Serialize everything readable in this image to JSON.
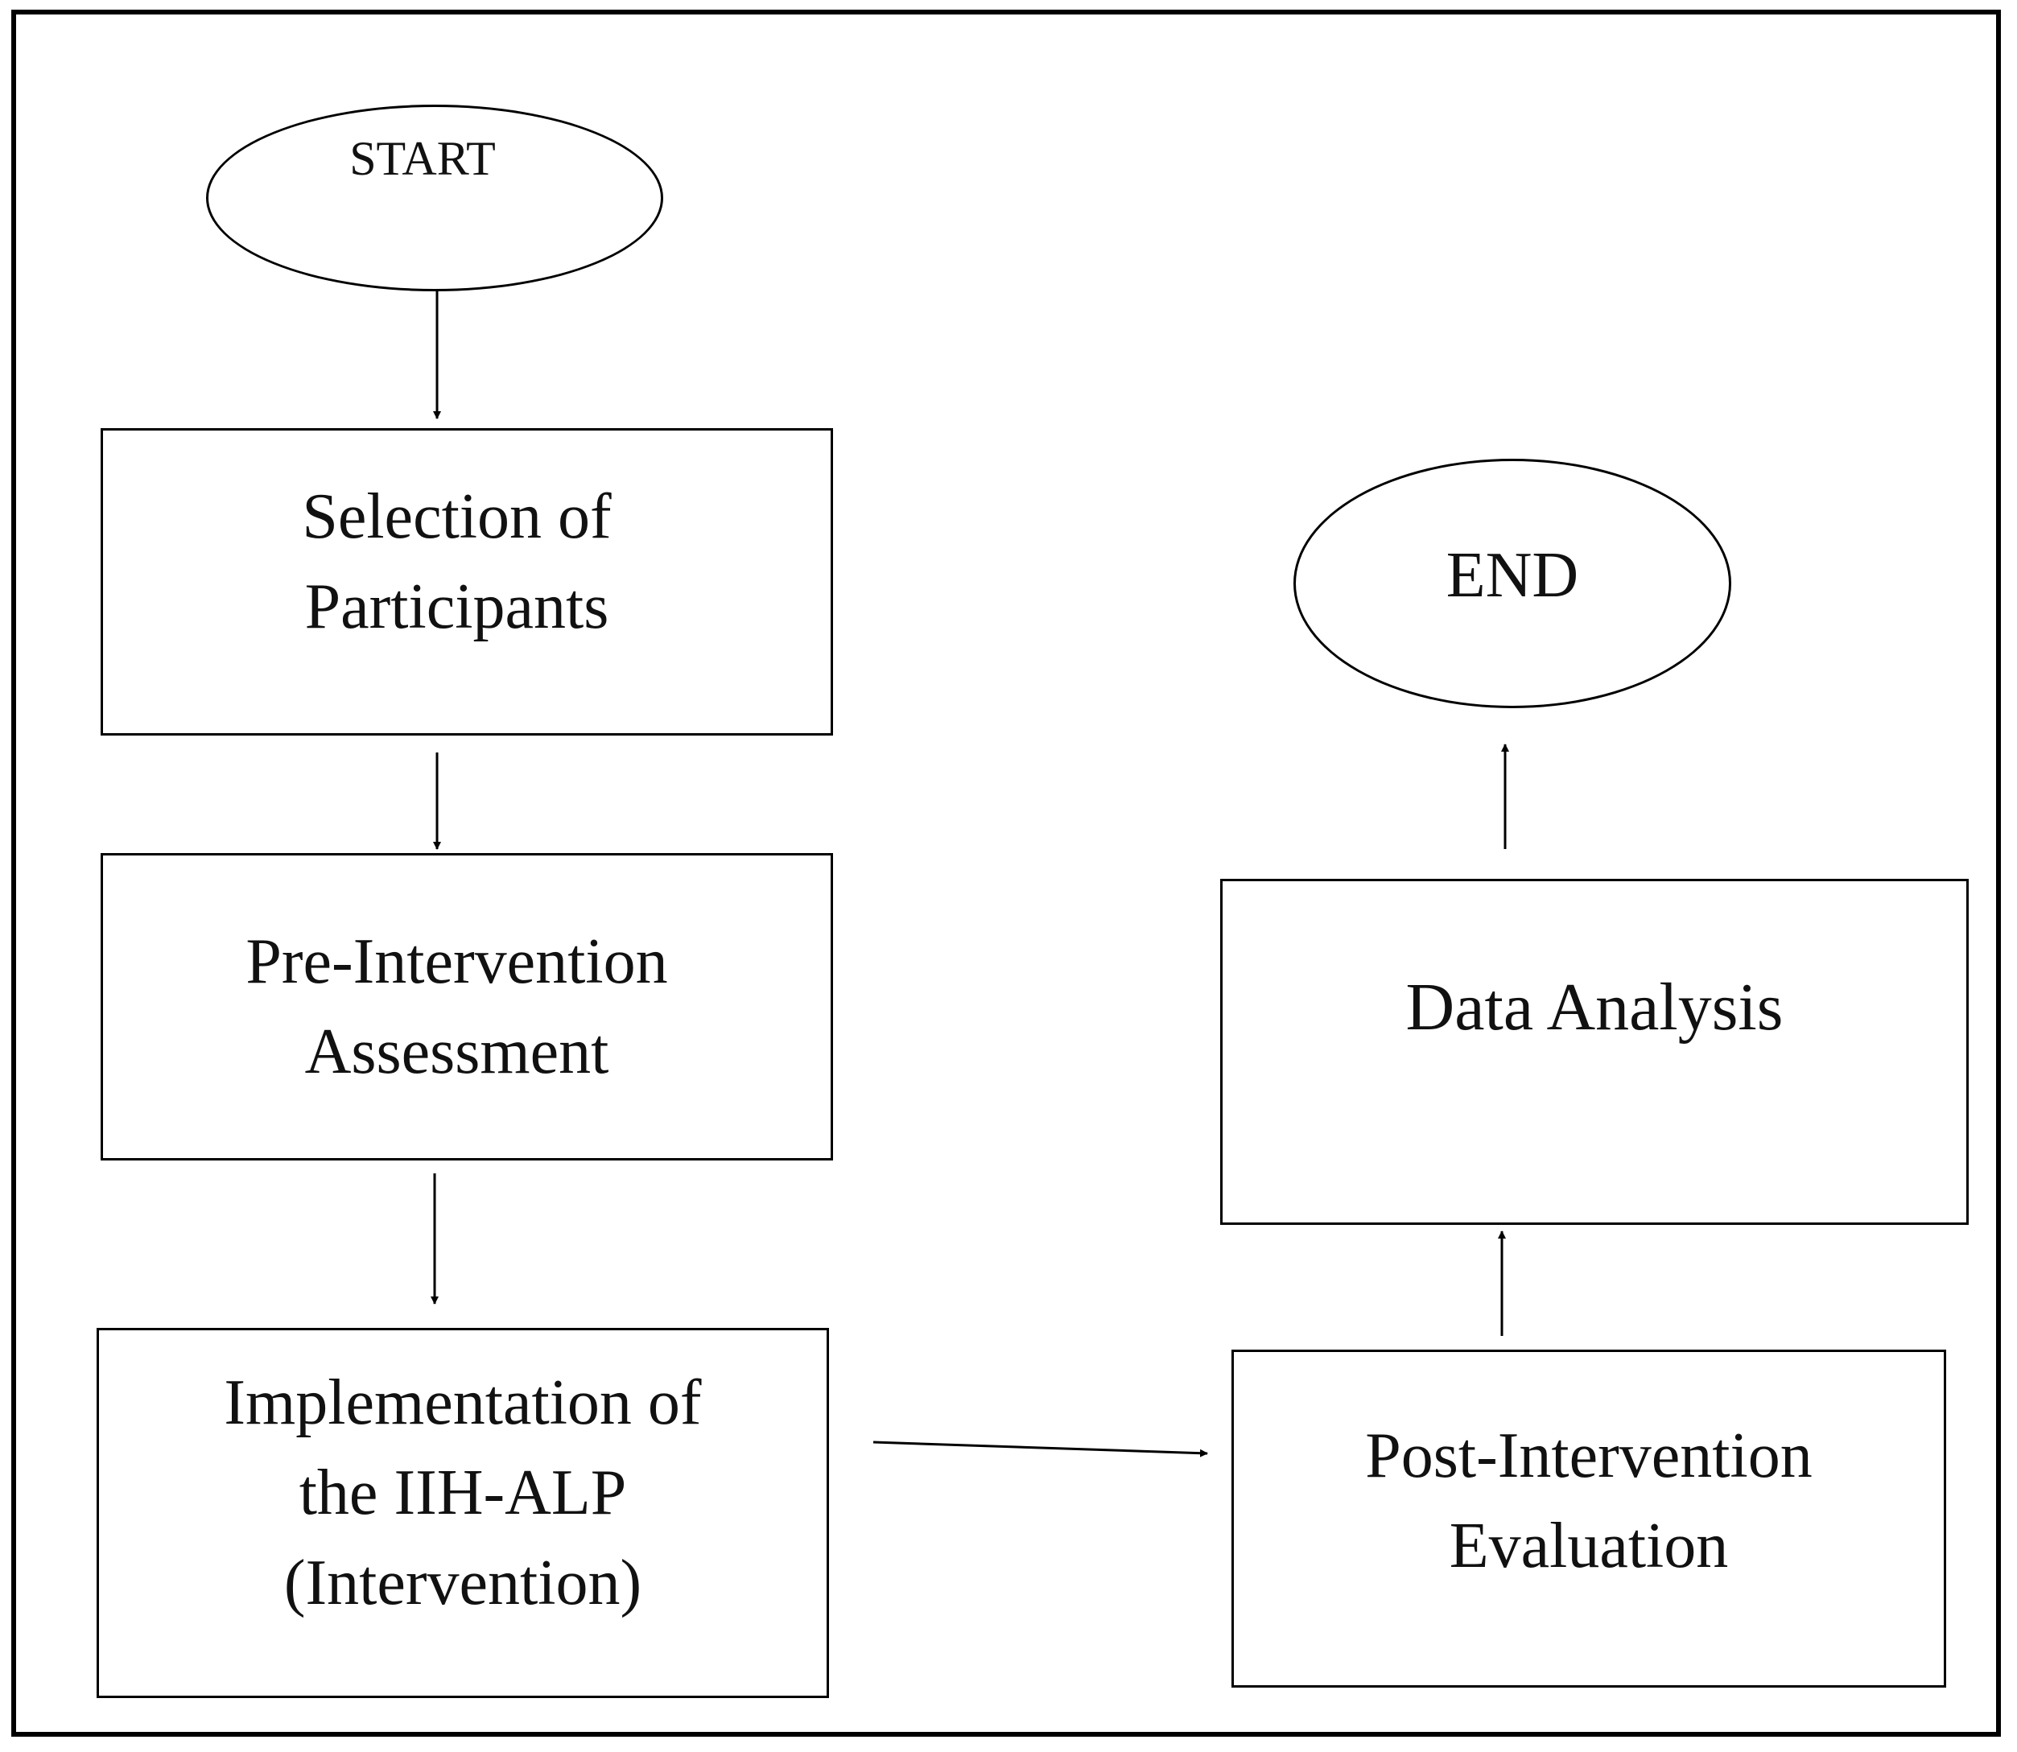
{
  "diagram": {
    "nodes": {
      "start": {
        "text": "START"
      },
      "selection": {
        "lines": [
          "Selection of",
          "Participants"
        ]
      },
      "pre": {
        "lines": [
          "Pre-Intervention",
          "Assessment"
        ]
      },
      "implementation": {
        "lines": [
          "Implementation of",
          "the IIH-ALP",
          "(Intervention)"
        ]
      },
      "post": {
        "lines": [
          "Post-Intervention",
          "Evaluation"
        ]
      },
      "analysis": {
        "text": "Data Analysis"
      },
      "end": {
        "text": "END"
      }
    },
    "edges": [
      {
        "from": "START",
        "to": "Selection of Participants"
      },
      {
        "from": "Selection of Participants",
        "to": "Pre-Intervention Assessment"
      },
      {
        "from": "Pre-Intervention Assessment",
        "to": "Implementation of the IIH-ALP (Intervention)"
      },
      {
        "from": "Implementation of the IIH-ALP (Intervention)",
        "to": "Post-Intervention Evaluation"
      },
      {
        "from": "Post-Intervention Evaluation",
        "to": "Data Analysis"
      },
      {
        "from": "Data Analysis",
        "to": "END"
      }
    ]
  }
}
